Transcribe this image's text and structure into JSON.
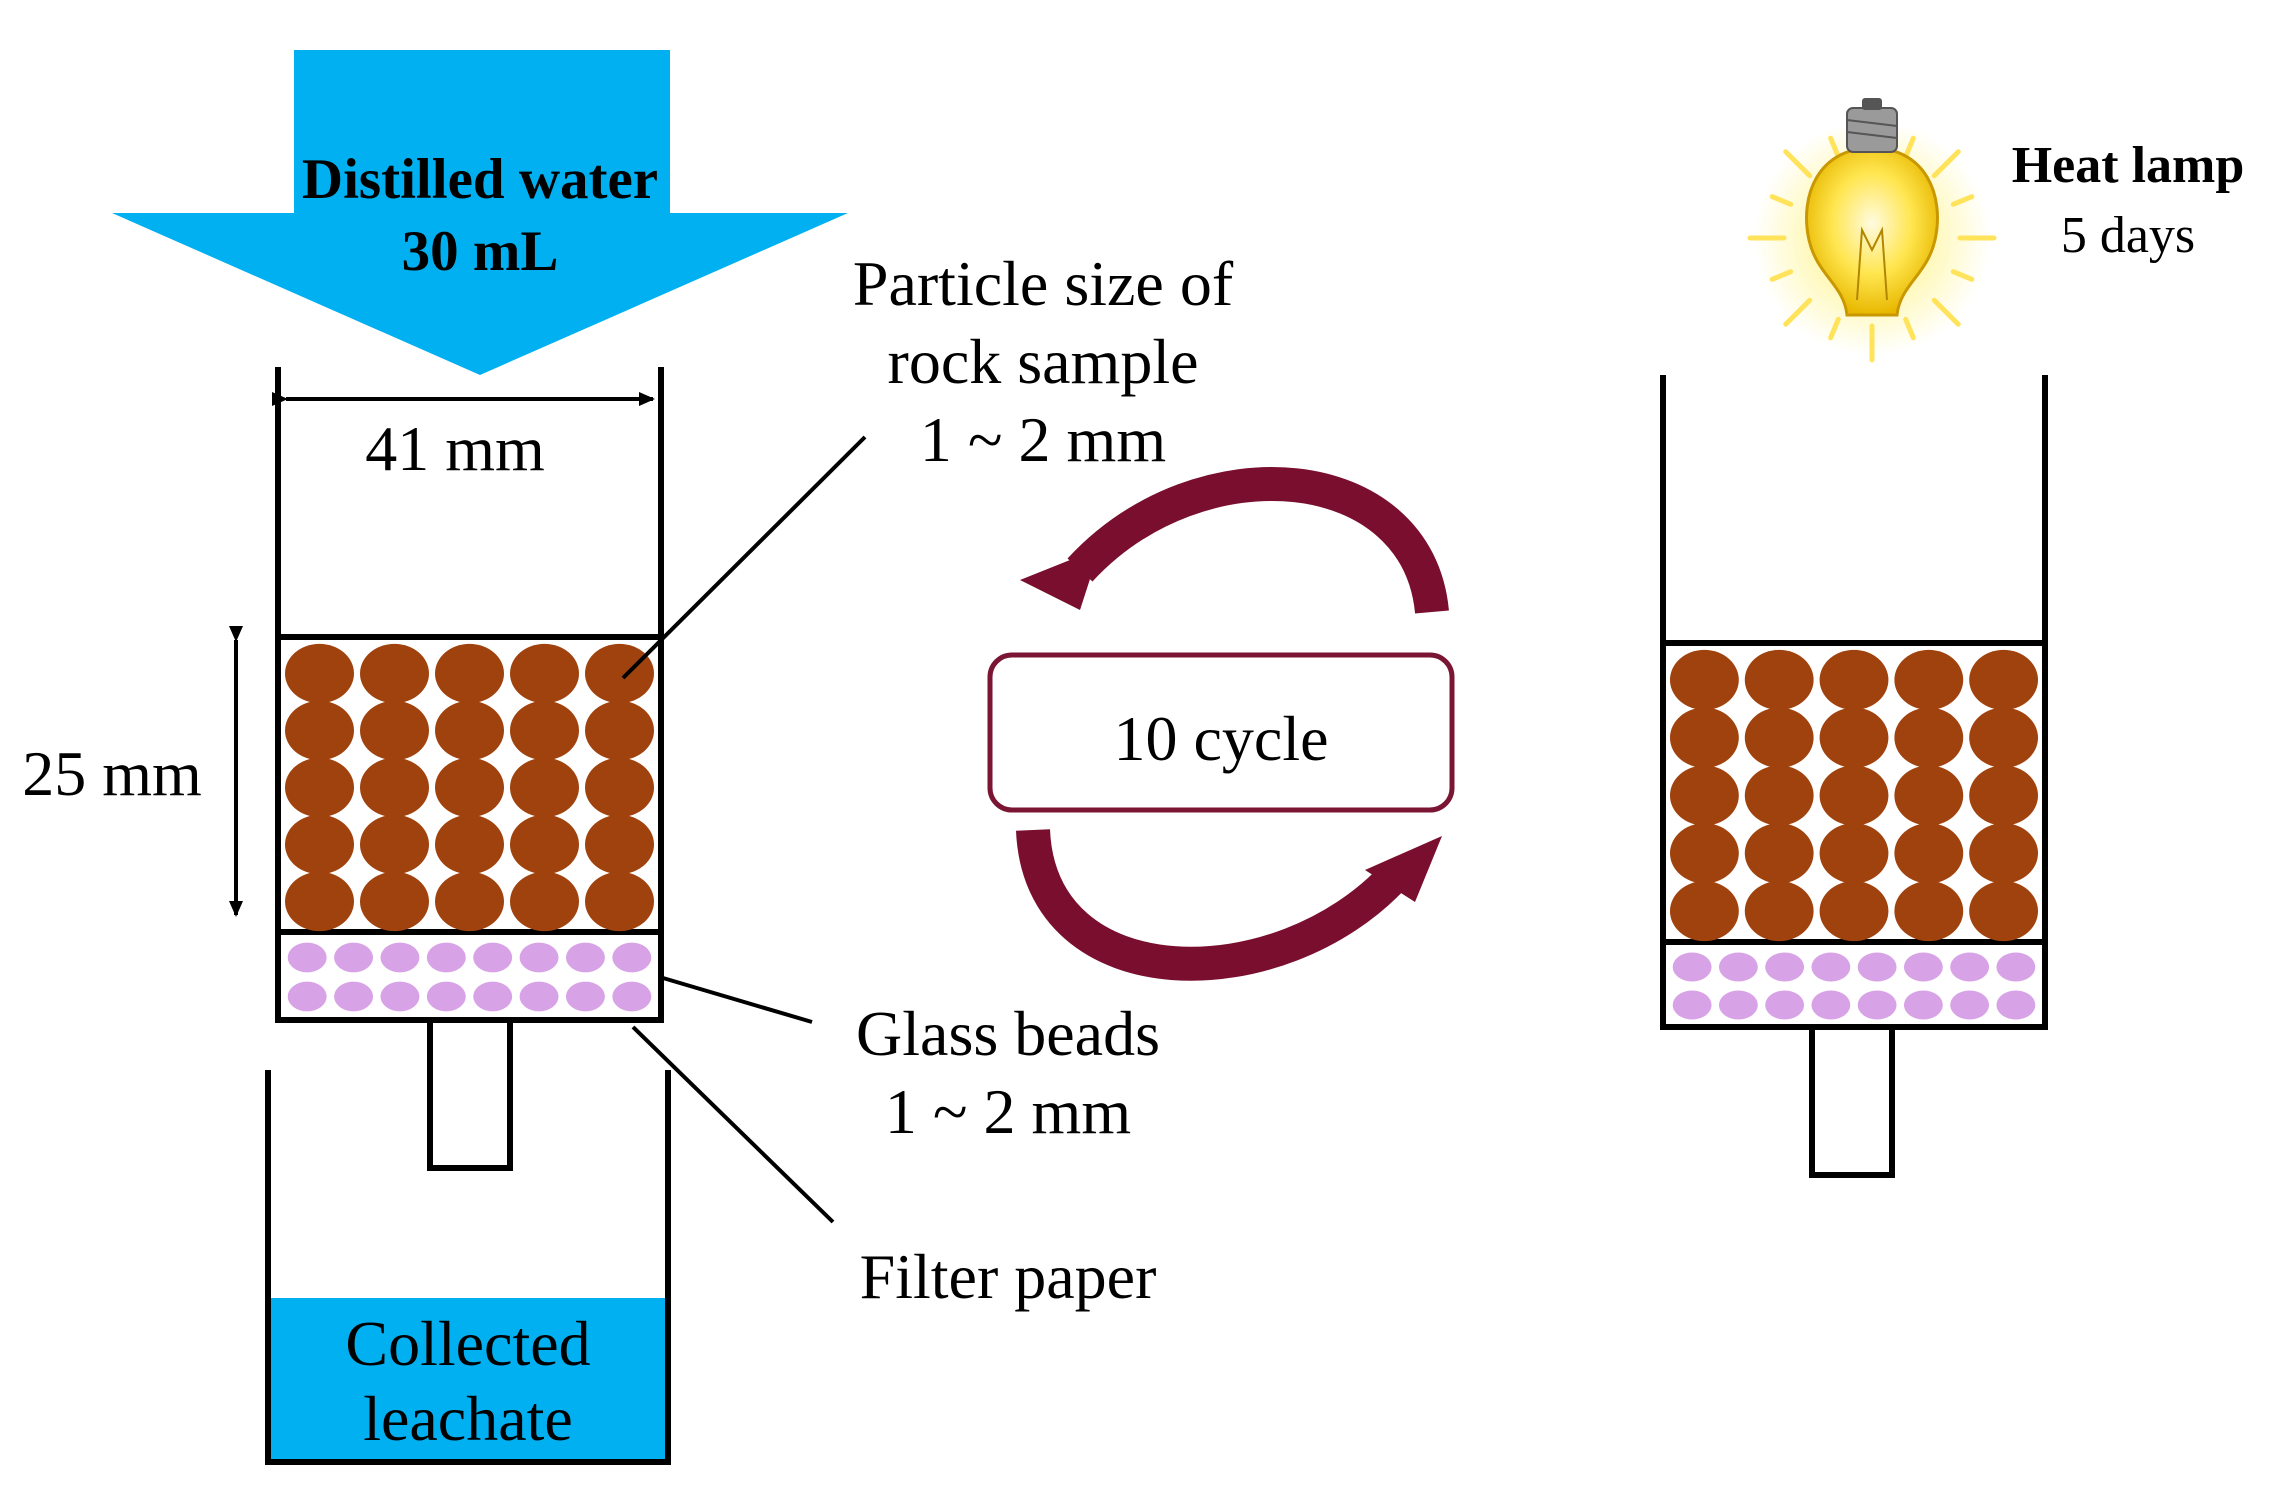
{
  "colors": {
    "water_blue": "#00b0f0",
    "rock_brown": "#a0420d",
    "glass_bead_purple": "#d8a2e6",
    "cycle_arrow": "#7a0e2e",
    "cycle_box_border": "#7a1633",
    "outline": "#000000"
  },
  "inflow": {
    "line1": "Distilled water",
    "line2": "30 mL"
  },
  "dimensions": {
    "width_label": "41 mm",
    "height_label": "25 mm"
  },
  "labels": {
    "particle_line1": "Particle size of",
    "particle_line2": "rock sample",
    "particle_line3": "1 ~ 2 mm",
    "glass_line1": "Glass beads",
    "glass_line2": "1 ~ 2 mm",
    "filter": "Filter paper",
    "collected_line1": "Collected",
    "collected_line2": "leachate"
  },
  "cycle": {
    "label": "10 cycle"
  },
  "heat": {
    "line1": "Heat lamp",
    "line2": "5 days",
    "icon": "light-bulb-icon"
  }
}
